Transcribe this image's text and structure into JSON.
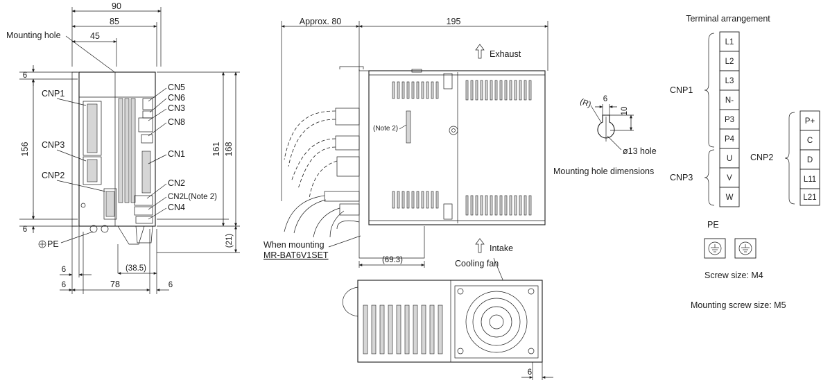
{
  "front_view": {
    "width_total": "90",
    "width_85": "85",
    "width_45": "45",
    "mounting_hole_label": "Mounting hole",
    "dim_top_6": "6",
    "dim_156": "156",
    "dim_bottom_6": "6",
    "dim_161": "161",
    "dim_168": "168",
    "dim_21": "(21)",
    "dim_38_5": "(38.5)",
    "dim_left_6a": "6",
    "dim_left_6b": "6",
    "dim_78": "78",
    "dim_right_6": "6",
    "pe_label": "PE",
    "connectors_left": [
      "CNP1",
      "CNP3",
      "CNP2"
    ],
    "connectors_right": [
      "CN5",
      "CN6",
      "CN3",
      "CN8",
      "CN1",
      "CN2",
      "CN2L(Note 2)",
      "CN4"
    ]
  },
  "side_view": {
    "approx_80": "Approx. 80",
    "dim_195": "195",
    "exhaust": "Exhaust",
    "intake": "Intake",
    "note2": "(Note 2)",
    "when_mounting": "When mounting",
    "battery_set": "MR-BAT6V1SET",
    "dim_69_3": "(69.3)",
    "cooling_fan": "Cooling fan",
    "dim_bottom_6": "6"
  },
  "mounting_hole_detail": {
    "r_label": "(R)",
    "dim_6": "6",
    "dim_10": "10",
    "hole": "ø13 hole",
    "caption": "Mounting hole dimensions"
  },
  "terminals": {
    "title": "Terminal arrangement",
    "cnp1_label": "CNP1",
    "cnp1": [
      "L1",
      "L2",
      "L3",
      "N-",
      "P3",
      "P4"
    ],
    "cnp3_label": "CNP3",
    "cnp3": [
      "U",
      "V",
      "W"
    ],
    "cnp2_label": "CNP2",
    "cnp2": [
      "P+",
      "C",
      "D",
      "L11",
      "L21"
    ],
    "pe_label": "PE",
    "screw_size": "Screw size: M4",
    "mounting_screw_size": "Mounting screw size: M5"
  }
}
